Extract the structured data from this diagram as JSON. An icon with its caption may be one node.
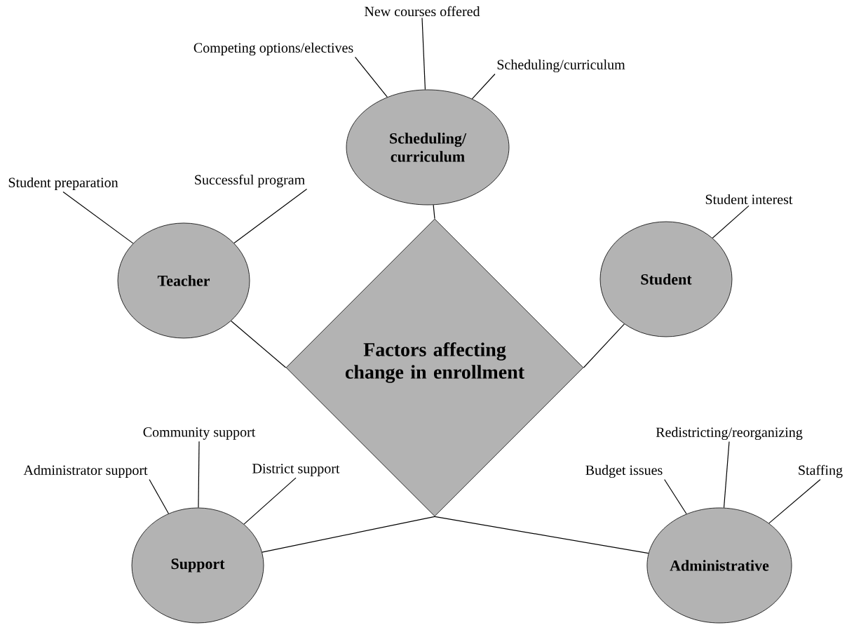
{
  "diagram": {
    "nodes": [
      {
        "text": [
          "Factors affecting change in enrollment"
        ]
      },
      {
        "text": [
          "Scheduling/ curriculum"
        ]
      },
      {
        "text": [
          "Teacher"
        ]
      },
      {
        "text": [
          "Student"
        ]
      },
      {
        "text": [
          "Support"
        ]
      },
      {
        "text": [
          "Administrative"
        ]
      },
      {
        "text": [
          "Competing options/electives"
        ]
      },
      {
        "text": [
          "New courses offered"
        ]
      },
      {
        "text": [
          "Scheduling/curriculum"
        ]
      },
      {
        "text": [
          "Student preparation"
        ]
      },
      {
        "text": [
          "Successful program"
        ]
      },
      {
        "text": [
          "Student interest"
        ]
      },
      {
        "text": [
          "Administrator support"
        ]
      },
      {
        "text": [
          "Community support"
        ]
      },
      {
        "text": [
          "District support"
        ]
      },
      {
        "text": [
          "Budget issues"
        ]
      },
      {
        "text": [
          "Redistricting/reorganizing"
        ]
      },
      {
        "text": [
          "Staffing"
        ]
      }
    ],
    "edges": [
      {
        "from": 1,
        "to": 0,
        "arrow": "none"
      },
      {
        "from": 2,
        "to": 0,
        "arrow": "none"
      },
      {
        "from": 3,
        "to": 0,
        "arrow": "none"
      },
      {
        "from": 4,
        "to": 0,
        "arrow": "none"
      },
      {
        "from": 5,
        "to": 0,
        "arrow": "none"
      },
      {
        "from": 6,
        "to": 1,
        "arrow": "none"
      },
      {
        "from": 7,
        "to": 1,
        "arrow": "none"
      },
      {
        "from": 8,
        "to": 1,
        "arrow": "none"
      },
      {
        "from": 9,
        "to": 2,
        "arrow": "none"
      },
      {
        "from": 10,
        "to": 2,
        "arrow": "none"
      },
      {
        "from": 11,
        "to": 3,
        "arrow": "none"
      },
      {
        "from": 12,
        "to": 4,
        "arrow": "none"
      },
      {
        "from": 13,
        "to": 4,
        "arrow": "none"
      },
      {
        "from": 14,
        "to": 4,
        "arrow": "none"
      },
      {
        "from": 15,
        "to": 5,
        "arrow": "none"
      },
      {
        "from": 16,
        "to": 5,
        "arrow": "none"
      },
      {
        "from": 17,
        "to": 5,
        "arrow": "none"
      }
    ]
  }
}
